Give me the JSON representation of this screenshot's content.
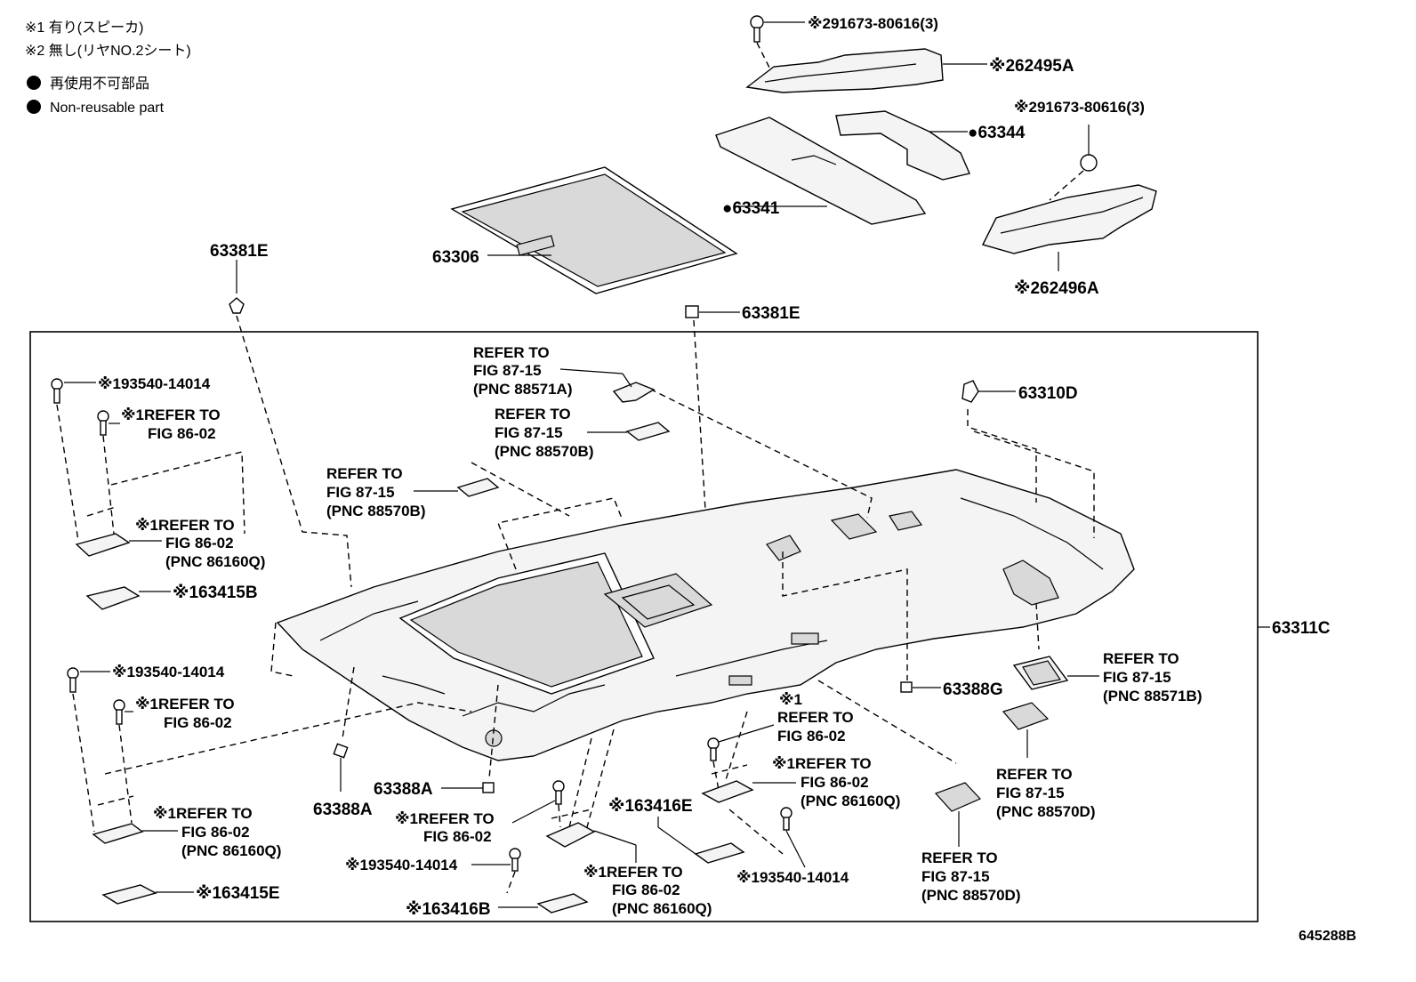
{
  "legend": {
    "note1": "※1 有り(スピーカ)",
    "note2": "※2 無し(リヤNO.2シート)",
    "nonreuse_jp": "再使用不可部品",
    "nonreuse_en": "Non-reusable part"
  },
  "figure_id": "645288B",
  "labels": {
    "p91673_top": "※291673-80616(3)",
    "p62495A": "※262495A",
    "p91673_right": "※291673-80616(3)",
    "p63344": "●63344",
    "p63341": "●63341",
    "p62496A": "※262496A",
    "p63306": "63306",
    "p63381E_left": "63381E",
    "p63381E_mid": "63381E",
    "p63311C": "63311C",
    "p63310D": "63310D",
    "p63388G": "63388G",
    "p63388A_a": "63388A",
    "p63388A_b": "63388A",
    "p93540_1": "※193540-14014",
    "p93540_2": "※193540-14014",
    "p93540_3": "※193540-14014",
    "p93540_4": "※193540-14014",
    "p63415B": "※163415B",
    "p63415E": "※163415E",
    "p63416E": "※163416E",
    "p63416B": "※163416B"
  },
  "refs": {
    "r88571A": [
      "REFER TO",
      "FIG 87-15",
      "(PNC 88571A)"
    ],
    "r88570B_top": [
      "REFER TO",
      "FIG 87-15",
      "(PNC 88570B)"
    ],
    "r88570B_left": [
      "REFER TO",
      "FIG 87-15",
      "(PNC 88570B)"
    ],
    "r86_lt1": [
      "※1REFER TO",
      "FIG 86-02"
    ],
    "r86_lt2": [
      "※1REFER TO",
      "FIG 86-02",
      "(PNC 86160Q)"
    ],
    "r86_lb1": [
      "※1REFER TO",
      "FIG 86-02"
    ],
    "r86_lb2": [
      "※1REFER TO",
      "FIG 86-02",
      "(PNC 86160Q)"
    ],
    "r86_mid1": [
      "※1REFER TO",
      "FIG 86-02"
    ],
    "r86_mid2": [
      "※1REFER TO",
      "FIG 86-02",
      "(PNC 86160Q)"
    ],
    "r86_c1": [
      "※1",
      "REFER TO",
      "FIG 86-02"
    ],
    "r86_c2": [
      "※1REFER TO",
      "FIG 86-02",
      "(PNC 86160Q)"
    ],
    "r88571B": [
      "REFER TO",
      "FIG 87-15",
      "(PNC 88571B)"
    ],
    "r88570D_a": [
      "REFER TO",
      "FIG 87-15",
      "(PNC 88570D)"
    ],
    "r88570D_b": [
      "REFER TO",
      "FIG 87-15",
      "(PNC 88570D)"
    ]
  }
}
